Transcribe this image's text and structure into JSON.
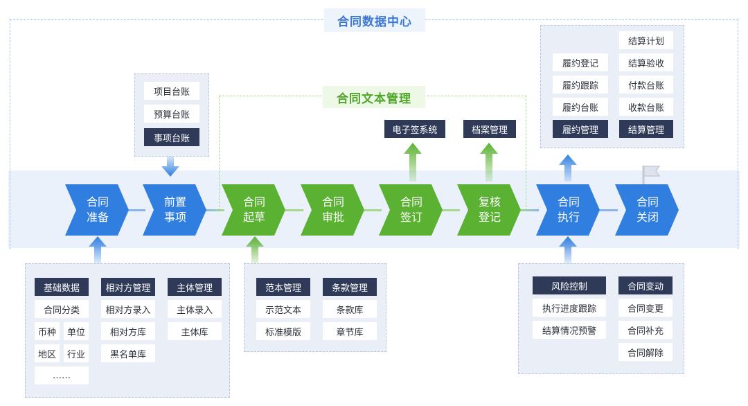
{
  "outer_title": "合同数据中心",
  "inner_title": "合同文本管理",
  "steps": [
    {
      "line1": "合同",
      "line2": "准备",
      "color": "blue"
    },
    {
      "line1": "前置",
      "line2": "事项",
      "color": "blue"
    },
    {
      "line1": "合同",
      "line2": "起草",
      "color": "green"
    },
    {
      "line1": "合同",
      "line2": "审批",
      "color": "green"
    },
    {
      "line1": "合同",
      "line2": "签订",
      "color": "green"
    },
    {
      "line1": "复核",
      "line2": "登记",
      "color": "green"
    },
    {
      "line1": "合同",
      "line2": "执行",
      "color": "blue"
    },
    {
      "line1": "合同",
      "line2": "关闭",
      "color": "blue"
    }
  ],
  "ledger_panel": {
    "items": [
      "项目台账",
      "预算台账",
      "事项台账"
    ]
  },
  "esign": "电子签系统",
  "archive": "档案管理",
  "performance": {
    "items": [
      "履约登记",
      "履约跟踪",
      "履约台账",
      "履约管理"
    ]
  },
  "settlement": {
    "items": [
      "结算计划",
      "结算验收",
      "付款台账",
      "收款台账",
      "结算管理"
    ]
  },
  "basic_data": {
    "header": "基础数据",
    "contract_type": "合同分类",
    "currency": "币种",
    "unit": "单位",
    "region": "地区",
    "industry": "行业",
    "more": "……"
  },
  "counterparty": {
    "header": "相对方管理",
    "items": [
      "相对方录入",
      "相对方库",
      "黑名单库"
    ]
  },
  "subject": {
    "header": "主体管理",
    "items": [
      "主体录入",
      "主体库"
    ]
  },
  "template": {
    "header": "范本管理",
    "items": [
      "示范文本",
      "标准模版"
    ]
  },
  "clause": {
    "header": "条款管理",
    "items": [
      "条款库",
      "章节库"
    ]
  },
  "risk": {
    "header": "风险控制",
    "items": [
      "执行进度跟踪",
      "结算情况预警"
    ]
  },
  "change": {
    "header": "合同变动",
    "items": [
      "合同变更",
      "合同补充",
      "合同解除"
    ]
  },
  "colors": {
    "blue": "#2f7ee0",
    "green": "#5bb232",
    "dark_tag": "#2f3a58",
    "panel": "#eaeef7"
  }
}
